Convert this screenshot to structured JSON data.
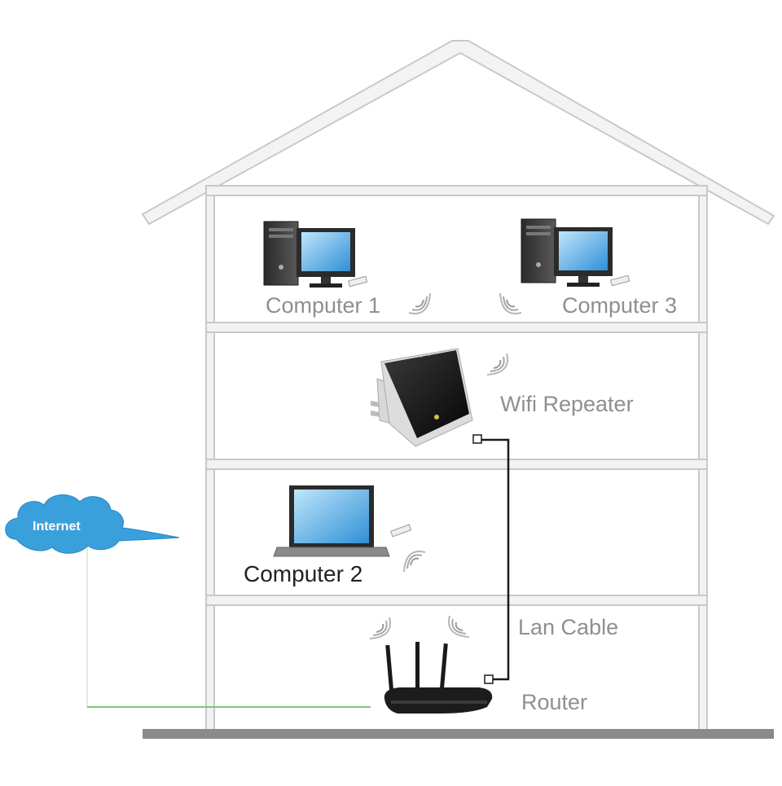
{
  "labels": {
    "computer_1": "Computer 1",
    "computer_3": "Computer 3",
    "wifi_repeater": "Wifi Repeater",
    "computer_2": "Computer 2",
    "lan_cable": "Lan Cable",
    "router": "Router",
    "internet": "Internet"
  },
  "icons": [
    "desktop-computer-icon",
    "laptop-icon",
    "wifi-repeater-icon",
    "router-icon",
    "usb-wifi-adapter-icon",
    "wireless-signal-icon",
    "internet-cloud-icon"
  ],
  "colors": {
    "house_outline": "#c9c9c9",
    "cable": "#1a1a1a",
    "internet_line": "#8fcf8f",
    "cloud": "#3aa0dc",
    "ground": "#8a8a8a",
    "label_grey": "#8f8f8f"
  }
}
